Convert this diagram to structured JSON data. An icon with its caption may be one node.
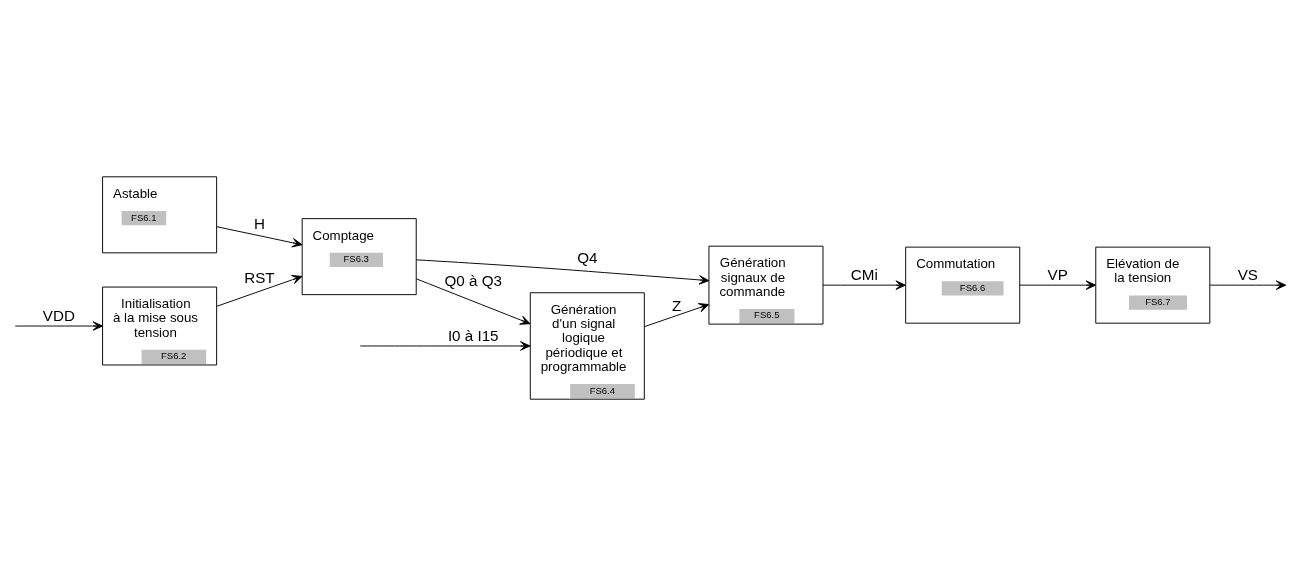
{
  "diagram": {
    "nodes": [
      {
        "text": [
          "Astable",
          "FS6.1"
        ]
      },
      {
        "text": [
          "Initialisation à la mise sous tension",
          "FS6.2"
        ]
      },
      {
        "text": [
          "Comptage",
          "FS6.3"
        ]
      },
      {
        "text": [
          "Génération d'un signal logique périodique et programmable",
          "FS6.4"
        ]
      },
      {
        "text": [
          "Génération signaux de commande",
          "FS6.5"
        ]
      },
      {
        "text": [
          "Commutation",
          "FS6.6"
        ]
      },
      {
        "text": [
          "Elévation de la tension",
          "FS6.7"
        ]
      }
    ],
    "edges": [
      {
        "from": null,
        "to": 3,
        "arrow": "to",
        "label": "I0 à I15"
      },
      {
        "from": 0,
        "to": 2,
        "arrow": "to",
        "label": "H"
      },
      {
        "from": null,
        "to": 1,
        "arrow": "to",
        "label": "VDD"
      },
      {
        "from": 1,
        "to": 2,
        "arrow": "to",
        "label": "RST"
      },
      {
        "from": 2,
        "to": 3,
        "arrow": "to",
        "label": "Q0 à Q3"
      },
      {
        "from": 2,
        "to": 4,
        "arrow": "to",
        "label": "Q4"
      },
      {
        "from": 3,
        "to": 4,
        "arrow": "to",
        "label": "Z"
      },
      {
        "from": 4,
        "to": 5,
        "arrow": "to",
        "label": "CMi"
      },
      {
        "from": 5,
        "to": 6,
        "arrow": "to",
        "label": "VP"
      },
      {
        "from": 6,
        "to": null,
        "arrow": "to",
        "label": "VS"
      }
    ]
  }
}
